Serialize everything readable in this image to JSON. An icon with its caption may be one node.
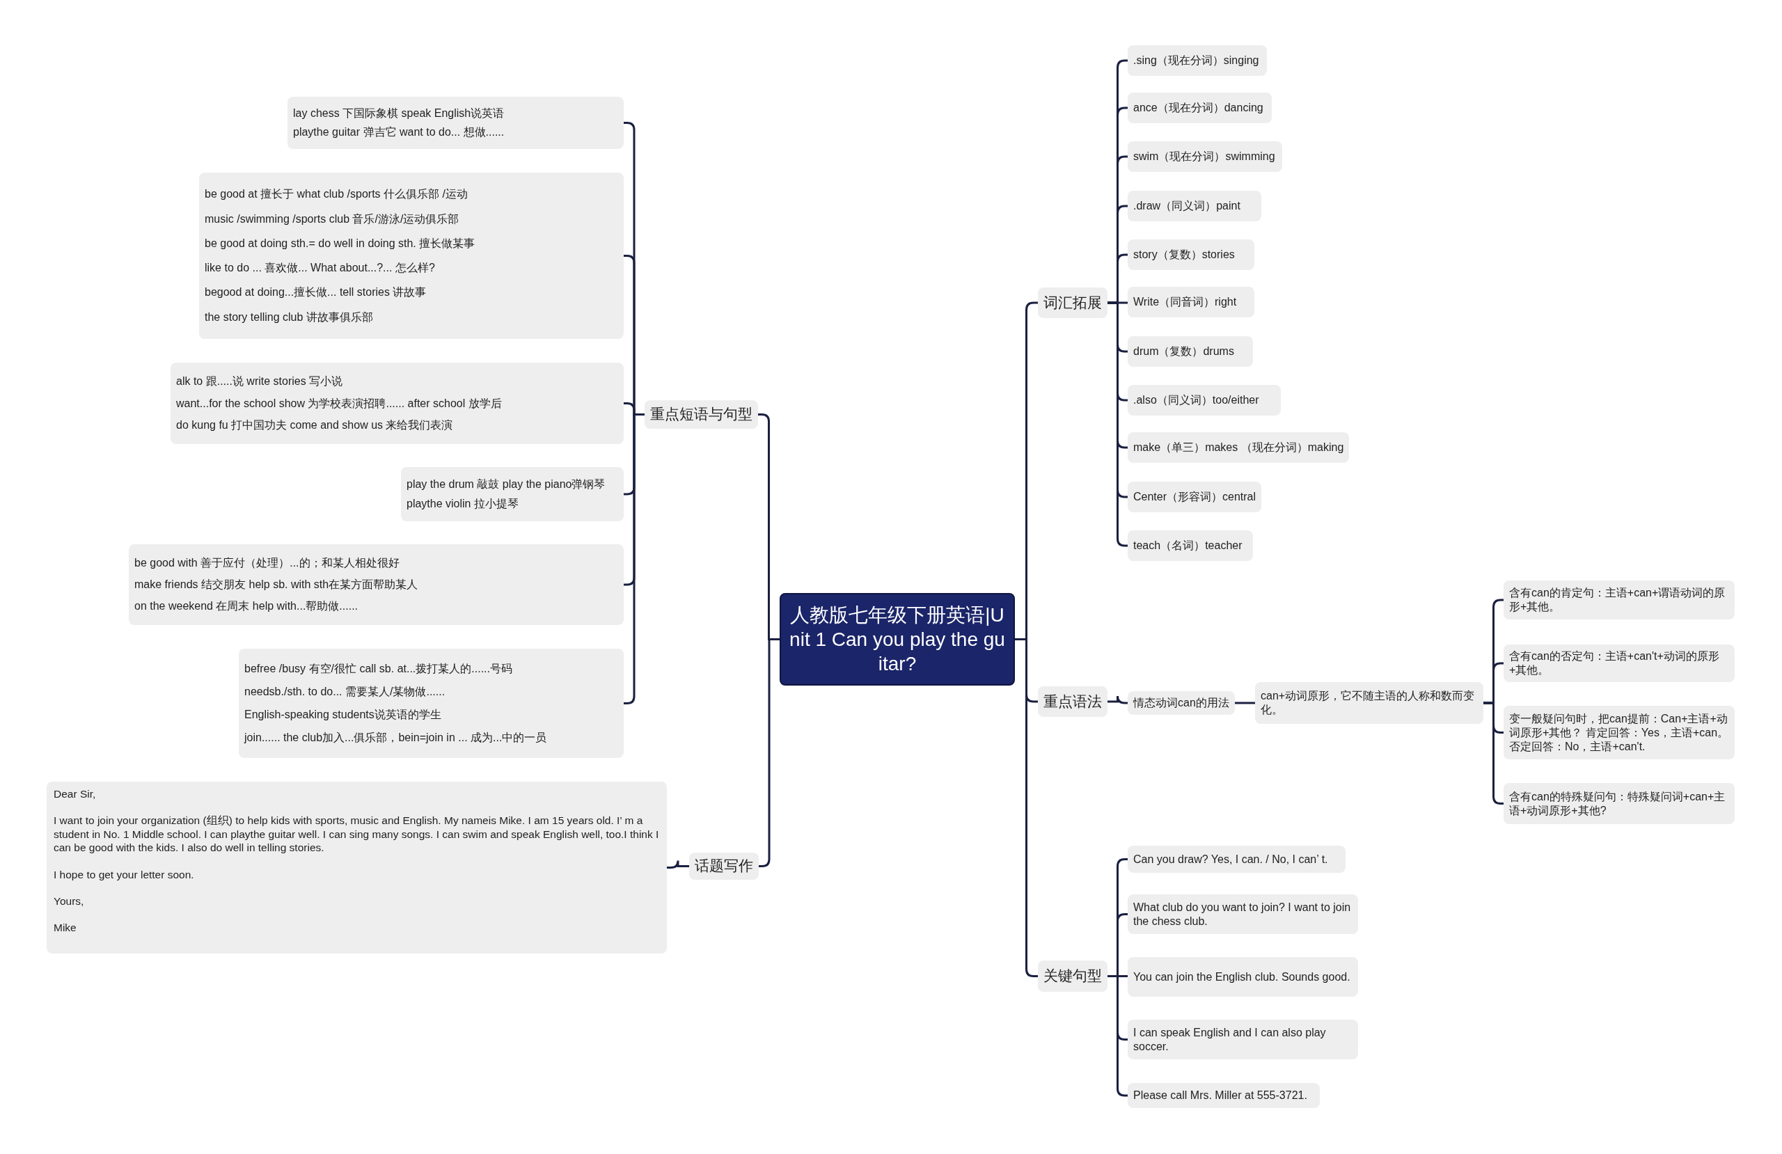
{
  "diagram": {
    "nodes": [
      {
        "text": [
          "人教版七年级下册英语|Unit 1 Can you play the guitar?"
        ]
      },
      {
        "text": [
          "重点短语与句型"
        ]
      },
      {
        "text": [
          "lay chess 下国际象棋 speak English说英语",
          "playthe guitar 弹吉它 want to do... 想做......"
        ]
      },
      {
        "text": [
          "be good at 擅长于 what club /sports 什么俱乐部 /运动",
          "music /swimming /sports club 音乐/游泳/运动俱乐部",
          "be good at doing sth.= do well in doing sth. 擅长做某事",
          "like to do ... 喜欢做... What about...?... 怎么样?",
          "begood at doing...擅长做... tell stories 讲故事",
          "the story telling club 讲故事俱乐部"
        ]
      },
      {
        "text": [
          "alk to 跟.....说 write stories 写小说",
          "want...for the school show 为学校表演招聘...... after school 放学后",
          "do kung fu 打中国功夫 come and show us 来给我们表演"
        ]
      },
      {
        "text": [
          "play the drum 敲鼓 play the piano弹钢琴",
          "playthe violin 拉小提琴"
        ]
      },
      {
        "text": [
          "be good with 善于应付（处理）...的；和某人相处很好",
          "make friends 结交朋友 help sb. with sth在某方面帮助某人",
          "on the weekend 在周末 help with...帮助做......"
        ]
      },
      {
        "text": [
          "befree /busy 有空/很忙 call sb. at...拨打某人的......号码",
          "needsb./sth. to do... 需要某人/某物做......",
          "English-speaking students说英语的学生",
          "join...... the club加入...俱乐部，bein=join in ... 成为...中的一员"
        ]
      },
      {
        "text": [
          "话题写作"
        ]
      },
      {
        "text": [
          "Dear Sir,",
          "I want to join your organization (组织) to help kids with sports, music and English. My nameis Mike. I am 15 years old. I’ m a student in No. 1 Middle school. I can playthe guitar well. I can sing many songs. I can swim and speak English well, too.I think I can be good with the kids. I also do well in telling stories.",
          "I hope to get your letter soon.",
          "Yours,",
          "Mike"
        ]
      },
      {
        "text": [
          "词汇拓展"
        ]
      },
      {
        "text": [
          ".sing（现在分词）singing"
        ]
      },
      {
        "text": [
          "ance（现在分词）dancing"
        ]
      },
      {
        "text": [
          "swim（现在分词）swimming"
        ]
      },
      {
        "text": [
          ".draw（同义词）paint"
        ]
      },
      {
        "text": [
          "story（复数）stories"
        ]
      },
      {
        "text": [
          "Write（同音词）right"
        ]
      },
      {
        "text": [
          "drum（复数）drums"
        ]
      },
      {
        "text": [
          ".also（同义词）too/either"
        ]
      },
      {
        "text": [
          "make（单三）makes （现在分词）making"
        ]
      },
      {
        "text": [
          "Center（形容词）central"
        ]
      },
      {
        "text": [
          "teach（名词）teacher"
        ]
      },
      {
        "text": [
          "重点语法"
        ]
      },
      {
        "text": [
          "情态动词can的用法"
        ]
      },
      {
        "text": [
          "can+动词原形，它不随主语的人称和数而变化。"
        ]
      },
      {
        "text": [
          "含有can的肯定句：主语+can+谓语动词的原形+其他。"
        ]
      },
      {
        "text": [
          "含有can的否定句：主语+can't+动词的原形+其他。"
        ]
      },
      {
        "text": [
          "变一般疑问句时，把can提前：Can+主语+动词原形+其他？ 肯定回答：Yes，主语+can。否定回答：No，主语+can't."
        ]
      },
      {
        "text": [
          "含有can的特殊疑问句：特殊疑问词+can+主语+动词原形+其他?"
        ]
      },
      {
        "text": [
          "关键句型"
        ]
      },
      {
        "text": [
          "Can you draw? Yes, I can. / No, I can’ t."
        ]
      },
      {
        "text": [
          "What club do you want to join? I want to join the chess club."
        ]
      },
      {
        "text": [
          "You can join the English club. Sounds good."
        ]
      },
      {
        "text": [
          "I can speak English and I can also play soccer."
        ]
      },
      {
        "text": [
          "Please call Mrs. Miller at 555-3721."
        ]
      }
    ],
    "edges": [
      {
        "from": 0,
        "to": 1,
        "arrow": "none"
      },
      {
        "from": 1,
        "to": 2,
        "arrow": "none"
      },
      {
        "from": 1,
        "to": 3,
        "arrow": "none"
      },
      {
        "from": 1,
        "to": 4,
        "arrow": "none"
      },
      {
        "from": 1,
        "to": 5,
        "arrow": "none"
      },
      {
        "from": 1,
        "to": 6,
        "arrow": "none"
      },
      {
        "from": 1,
        "to": 7,
        "arrow": "none"
      },
      {
        "from": 0,
        "to": 8,
        "arrow": "none"
      },
      {
        "from": 8,
        "to": 9,
        "arrow": "none"
      },
      {
        "from": 0,
        "to": 10,
        "arrow": "none"
      },
      {
        "from": 10,
        "to": 11,
        "arrow": "none"
      },
      {
        "from": 10,
        "to": 12,
        "arrow": "none"
      },
      {
        "from": 10,
        "to": 13,
        "arrow": "none"
      },
      {
        "from": 10,
        "to": 14,
        "arrow": "none"
      },
      {
        "from": 10,
        "to": 15,
        "arrow": "none"
      },
      {
        "from": 10,
        "to": 16,
        "arrow": "none"
      },
      {
        "from": 10,
        "to": 17,
        "arrow": "none"
      },
      {
        "from": 10,
        "to": 18,
        "arrow": "none"
      },
      {
        "from": 10,
        "to": 19,
        "arrow": "none"
      },
      {
        "from": 10,
        "to": 20,
        "arrow": "none"
      },
      {
        "from": 10,
        "to": 21,
        "arrow": "none"
      },
      {
        "from": 0,
        "to": 22,
        "arrow": "none"
      },
      {
        "from": 22,
        "to": 23,
        "arrow": "none"
      },
      {
        "from": 23,
        "to": 24,
        "arrow": "none"
      },
      {
        "from": 24,
        "to": 25,
        "arrow": "none"
      },
      {
        "from": 24,
        "to": 26,
        "arrow": "none"
      },
      {
        "from": 24,
        "to": 27,
        "arrow": "none"
      },
      {
        "from": 24,
        "to": 28,
        "arrow": "none"
      },
      {
        "from": 0,
        "to": 29,
        "arrow": "none"
      },
      {
        "from": 29,
        "to": 30,
        "arrow": "none"
      },
      {
        "from": 29,
        "to": 31,
        "arrow": "none"
      },
      {
        "from": 29,
        "to": 32,
        "arrow": "none"
      },
      {
        "from": 29,
        "to": 33,
        "arrow": "none"
      },
      {
        "from": 29,
        "to": 34,
        "arrow": "none"
      }
    ]
  }
}
